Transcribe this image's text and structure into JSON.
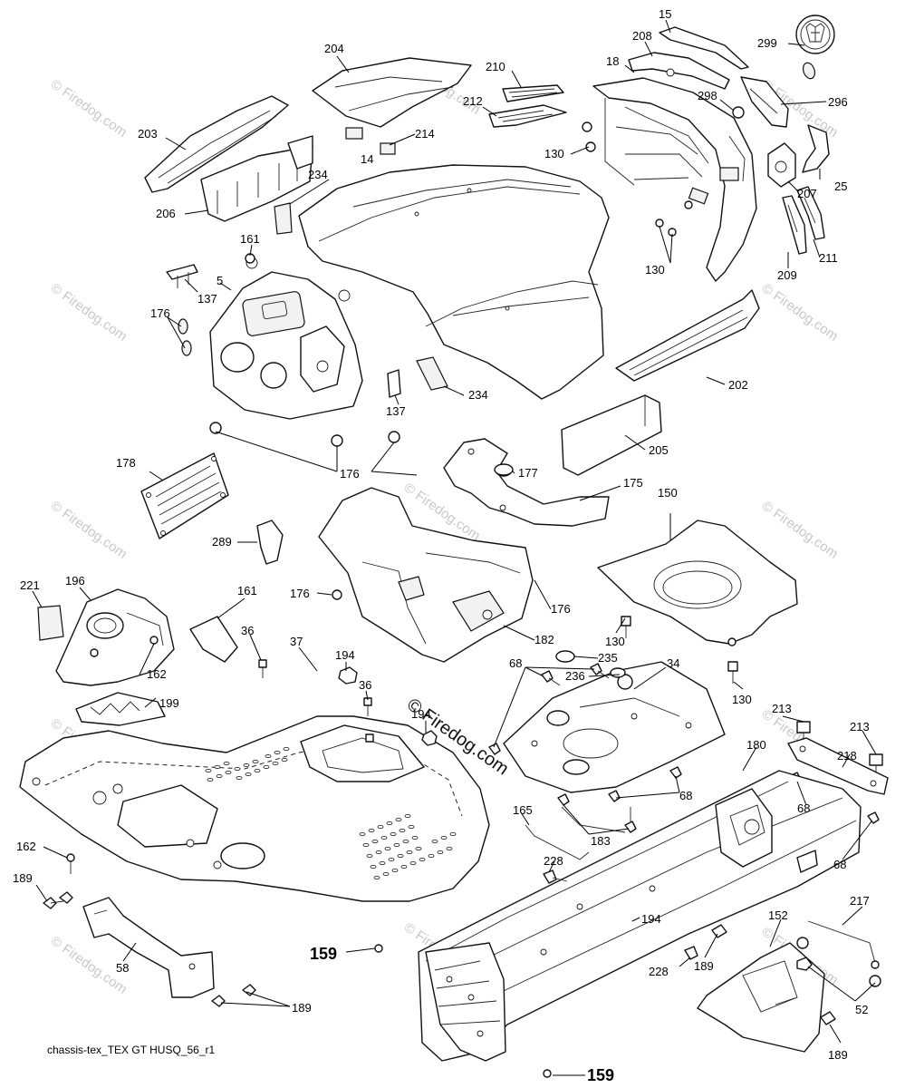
{
  "caption": "chassis-tex_TEX GT HUSQ_56_r1",
  "watermark": "© Firedog.com",
  "logo": "husqvarna-crown-logo",
  "callouts": [
    {
      "id": "c15",
      "label": "15",
      "size": "normal"
    },
    {
      "id": "c204",
      "label": "204",
      "size": "normal"
    },
    {
      "id": "c208",
      "label": "208",
      "size": "normal"
    },
    {
      "id": "c299",
      "label": "299",
      "size": "normal"
    },
    {
      "id": "c18",
      "label": "18",
      "size": "normal"
    },
    {
      "id": "c210",
      "label": "210",
      "size": "normal"
    },
    {
      "id": "c212",
      "label": "212",
      "size": "normal"
    },
    {
      "id": "c298",
      "label": "298",
      "size": "normal"
    },
    {
      "id": "c296",
      "label": "296",
      "size": "normal"
    },
    {
      "id": "c203",
      "label": "203",
      "size": "normal"
    },
    {
      "id": "c214",
      "label": "214",
      "size": "normal"
    },
    {
      "id": "c130a",
      "label": "130",
      "size": "normal"
    },
    {
      "id": "c14",
      "label": "14",
      "size": "normal"
    },
    {
      "id": "c234a",
      "label": "234",
      "size": "normal"
    },
    {
      "id": "c207",
      "label": "207",
      "size": "normal"
    },
    {
      "id": "c25",
      "label": "25",
      "size": "normal"
    },
    {
      "id": "c206",
      "label": "206",
      "size": "normal"
    },
    {
      "id": "c161a",
      "label": "161",
      "size": "normal"
    },
    {
      "id": "c130b",
      "label": "130",
      "size": "normal"
    },
    {
      "id": "c209",
      "label": "209",
      "size": "normal"
    },
    {
      "id": "c211",
      "label": "211",
      "size": "normal"
    },
    {
      "id": "c5",
      "label": "5",
      "size": "normal"
    },
    {
      "id": "c137a",
      "label": "137",
      "size": "normal"
    },
    {
      "id": "c176a",
      "label": "176",
      "size": "normal"
    },
    {
      "id": "c202",
      "label": "202",
      "size": "normal"
    },
    {
      "id": "c234b",
      "label": "234",
      "size": "normal"
    },
    {
      "id": "c137b",
      "label": "137",
      "size": "normal"
    },
    {
      "id": "c205",
      "label": "205",
      "size": "normal"
    },
    {
      "id": "c178",
      "label": "178",
      "size": "normal"
    },
    {
      "id": "c176b",
      "label": "176",
      "size": "normal"
    },
    {
      "id": "c177",
      "label": "177",
      "size": "normal"
    },
    {
      "id": "c175",
      "label": "175",
      "size": "normal"
    },
    {
      "id": "c150",
      "label": "150",
      "size": "normal"
    },
    {
      "id": "c289",
      "label": "289",
      "size": "normal"
    },
    {
      "id": "c196",
      "label": "196",
      "size": "normal"
    },
    {
      "id": "c161b",
      "label": "161",
      "size": "normal"
    },
    {
      "id": "c221",
      "label": "221",
      "size": "normal"
    },
    {
      "id": "c176c",
      "label": "176",
      "size": "normal"
    },
    {
      "id": "c176d",
      "label": "176",
      "size": "normal"
    },
    {
      "id": "c36a",
      "label": "36",
      "size": "normal"
    },
    {
      "id": "c182",
      "label": "182",
      "size": "normal"
    },
    {
      "id": "c130c",
      "label": "130",
      "size": "normal"
    },
    {
      "id": "c162a",
      "label": "162",
      "size": "normal"
    },
    {
      "id": "c37",
      "label": "37",
      "size": "normal"
    },
    {
      "id": "c194a",
      "label": "194",
      "size": "normal"
    },
    {
      "id": "c235",
      "label": "235",
      "size": "normal"
    },
    {
      "id": "c68a",
      "label": "68",
      "size": "normal"
    },
    {
      "id": "c236",
      "label": "236",
      "size": "normal"
    },
    {
      "id": "c34",
      "label": "34",
      "size": "normal"
    },
    {
      "id": "c36b",
      "label": "36",
      "size": "normal"
    },
    {
      "id": "c130d",
      "label": "130",
      "size": "normal"
    },
    {
      "id": "c213a",
      "label": "213",
      "size": "normal"
    },
    {
      "id": "c213b",
      "label": "213",
      "size": "normal"
    },
    {
      "id": "c199",
      "label": "199",
      "size": "normal"
    },
    {
      "id": "c194b",
      "label": "194",
      "size": "normal"
    },
    {
      "id": "c218",
      "label": "218",
      "size": "normal"
    },
    {
      "id": "c180",
      "label": "180",
      "size": "normal"
    },
    {
      "id": "c68b",
      "label": "68",
      "size": "normal"
    },
    {
      "id": "c68c",
      "label": "68",
      "size": "normal"
    },
    {
      "id": "c165",
      "label": "165",
      "size": "normal"
    },
    {
      "id": "c183",
      "label": "183",
      "size": "normal"
    },
    {
      "id": "c162b",
      "label": "162",
      "size": "normal"
    },
    {
      "id": "c228a",
      "label": "228",
      "size": "normal"
    },
    {
      "id": "c68d",
      "label": "68",
      "size": "normal"
    },
    {
      "id": "c189a",
      "label": "189",
      "size": "normal"
    },
    {
      "id": "c194c",
      "label": "194",
      "size": "normal"
    },
    {
      "id": "c217",
      "label": "217",
      "size": "normal"
    },
    {
      "id": "c152",
      "label": "152",
      "size": "normal"
    },
    {
      "id": "c58",
      "label": "58",
      "size": "normal"
    },
    {
      "id": "c159a",
      "label": "159",
      "size": "large"
    },
    {
      "id": "c228b",
      "label": "228",
      "size": "normal"
    },
    {
      "id": "c189b",
      "label": "189",
      "size": "normal"
    },
    {
      "id": "c189c",
      "label": "189",
      "size": "normal"
    },
    {
      "id": "c52",
      "label": "52",
      "size": "normal"
    },
    {
      "id": "c189d",
      "label": "189",
      "size": "normal"
    },
    {
      "id": "c159b",
      "label": "159",
      "size": "large"
    }
  ]
}
